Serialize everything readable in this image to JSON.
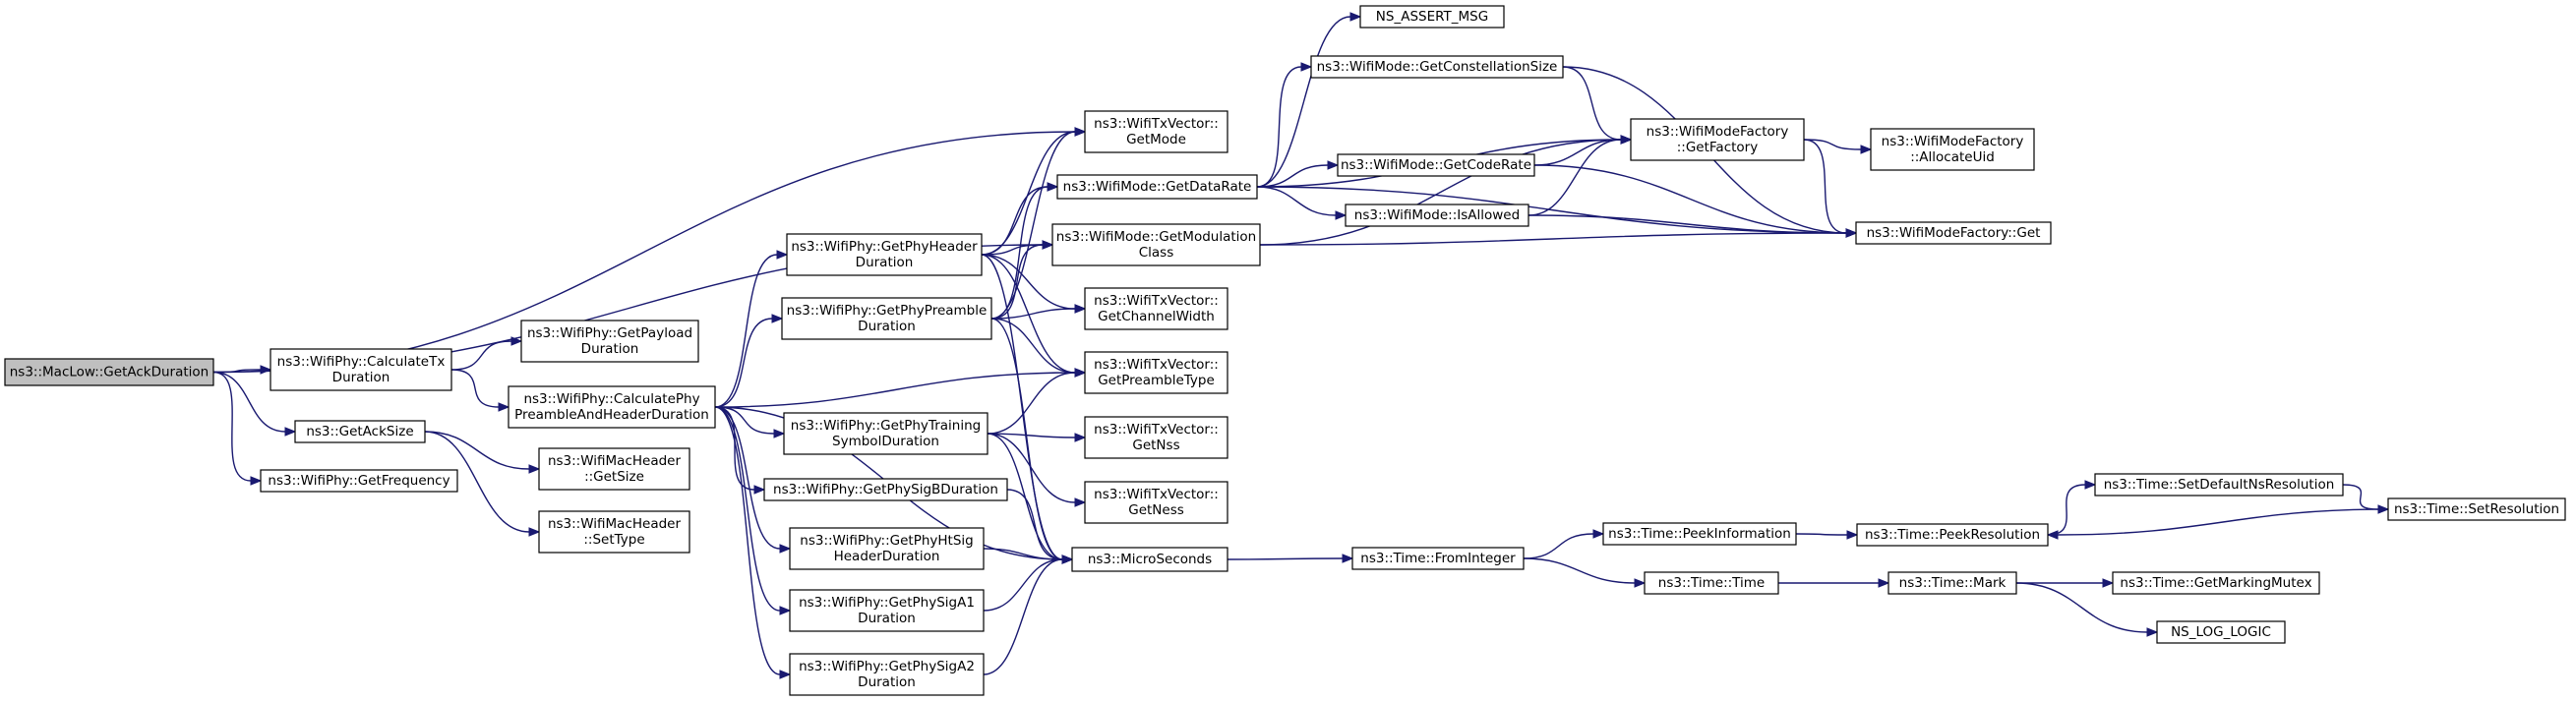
{
  "diagram": {
    "type": "call-graph",
    "colors": {
      "edge": "#191970",
      "root_fill": "#bfbfbf",
      "node_fill": "#ffffff",
      "node_border": "#000000"
    },
    "nodes": [
      {
        "id": "GetAckDuration",
        "lines": [
          "ns3::MacLow::GetAckDuration"
        ],
        "root": true
      },
      {
        "id": "CalculateTxDuration",
        "lines": [
          "ns3::WifiPhy::CalculateTx",
          "Duration"
        ]
      },
      {
        "id": "GetAckSize",
        "lines": [
          "ns3::GetAckSize"
        ]
      },
      {
        "id": "GetFrequency",
        "lines": [
          "ns3::WifiPhy::GetFrequency"
        ]
      },
      {
        "id": "TxGetMode",
        "lines": [
          "ns3::WifiTxVector::",
          "GetMode"
        ]
      },
      {
        "id": "GetModulationClass",
        "lines": [
          "ns3::WifiMode::GetModulation",
          "Class"
        ]
      },
      {
        "id": "GetPayloadDuration",
        "lines": [
          "ns3::WifiPhy::GetPayload",
          "Duration"
        ]
      },
      {
        "id": "CalcPreambleHeader",
        "lines": [
          "ns3::WifiPhy::CalculatePhy",
          "PreambleAndHeaderDuration"
        ]
      },
      {
        "id": "MacHdrGetSize",
        "lines": [
          "ns3::WifiMacHeader",
          "::GetSize"
        ]
      },
      {
        "id": "MacHdrSetType",
        "lines": [
          "ns3::WifiMacHeader",
          "::SetType"
        ]
      },
      {
        "id": "GetPhyHeaderDuration",
        "lines": [
          "ns3::WifiPhy::GetPhyHeader",
          "Duration"
        ]
      },
      {
        "id": "GetPhyPreambleDuration",
        "lines": [
          "ns3::WifiPhy::GetPhyPreamble",
          "Duration"
        ]
      },
      {
        "id": "GetPreambleType",
        "lines": [
          "ns3::WifiTxVector::",
          "GetPreambleType"
        ]
      },
      {
        "id": "GetPhyTrainingSymbolDuration",
        "lines": [
          "ns3::WifiPhy::GetPhyTraining",
          "SymbolDuration"
        ]
      },
      {
        "id": "GetPhySigBDuration",
        "lines": [
          "ns3::WifiPhy::GetPhySigBDuration"
        ]
      },
      {
        "id": "GetPhyHtSigHeaderDuration",
        "lines": [
          "ns3::WifiPhy::GetPhyHtSig",
          "HeaderDuration"
        ]
      },
      {
        "id": "GetPhySigA1Duration",
        "lines": [
          "ns3::WifiPhy::GetPhySigA1",
          "Duration"
        ]
      },
      {
        "id": "GetPhySigA2Duration",
        "lines": [
          "ns3::WifiPhy::GetPhySigA2",
          "Duration"
        ]
      },
      {
        "id": "GetDataRate",
        "lines": [
          "ns3::WifiMode::GetDataRate"
        ]
      },
      {
        "id": "GetChannelWidth",
        "lines": [
          "ns3::WifiTxVector::",
          "GetChannelWidth"
        ]
      },
      {
        "id": "GetNss",
        "lines": [
          "ns3::WifiTxVector::",
          "GetNss"
        ]
      },
      {
        "id": "GetNess",
        "lines": [
          "ns3::WifiTxVector::",
          "GetNess"
        ]
      },
      {
        "id": "MicroSeconds",
        "lines": [
          "ns3::MicroSeconds"
        ]
      },
      {
        "id": "NS_ASSERT_MSG",
        "lines": [
          "NS_ASSERT_MSG"
        ]
      },
      {
        "id": "GetConstellationSize",
        "lines": [
          "ns3::WifiMode::GetConstellationSize"
        ]
      },
      {
        "id": "GetCodeRate",
        "lines": [
          "ns3::WifiMode::GetCodeRate"
        ]
      },
      {
        "id": "IsAllowed",
        "lines": [
          "ns3::WifiMode::IsAllowed"
        ]
      },
      {
        "id": "FactoryGetFactory",
        "lines": [
          "ns3::WifiModeFactory",
          "::GetFactory"
        ]
      },
      {
        "id": "FactoryAllocateUid",
        "lines": [
          "ns3::WifiModeFactory",
          "::AllocateUid"
        ]
      },
      {
        "id": "FactoryGet",
        "lines": [
          "ns3::WifiModeFactory::Get"
        ]
      },
      {
        "id": "FromInteger",
        "lines": [
          "ns3::Time::FromInteger"
        ]
      },
      {
        "id": "PeekInformation",
        "lines": [
          "ns3::Time::PeekInformation"
        ]
      },
      {
        "id": "TimeTime",
        "lines": [
          "ns3::Time::Time"
        ]
      },
      {
        "id": "PeekResolution",
        "lines": [
          "ns3::Time::PeekResolution"
        ]
      },
      {
        "id": "Mark",
        "lines": [
          "ns3::Time::Mark"
        ]
      },
      {
        "id": "SetDefaultNsResolution",
        "lines": [
          "ns3::Time::SetDefaultNsResolution"
        ]
      },
      {
        "id": "SetResolution",
        "lines": [
          "ns3::Time::SetResolution"
        ]
      },
      {
        "id": "GetMarkingMutex",
        "lines": [
          "ns3::Time::GetMarkingMutex"
        ]
      },
      {
        "id": "NS_LOG_LOGIC",
        "lines": [
          "NS_LOG_LOGIC"
        ]
      }
    ],
    "edges": [
      [
        "GetAckDuration",
        "CalculateTxDuration"
      ],
      [
        "GetAckDuration",
        "GetAckSize"
      ],
      [
        "GetAckDuration",
        "GetFrequency"
      ],
      [
        "GetAckDuration",
        "TxGetMode"
      ],
      [
        "GetAckDuration",
        "GetModulationClass"
      ],
      [
        "CalculateTxDuration",
        "GetPayloadDuration"
      ],
      [
        "CalculateTxDuration",
        "CalcPreambleHeader"
      ],
      [
        "GetAckSize",
        "MacHdrGetSize"
      ],
      [
        "GetAckSize",
        "MacHdrSetType"
      ],
      [
        "CalcPreambleHeader",
        "GetPhyHeaderDuration"
      ],
      [
        "CalcPreambleHeader",
        "GetPhyPreambleDuration"
      ],
      [
        "CalcPreambleHeader",
        "GetPreambleType"
      ],
      [
        "CalcPreambleHeader",
        "GetPhyTrainingSymbolDuration"
      ],
      [
        "CalcPreambleHeader",
        "GetPhySigBDuration"
      ],
      [
        "CalcPreambleHeader",
        "GetPhyHtSigHeaderDuration"
      ],
      [
        "CalcPreambleHeader",
        "GetPhySigA1Duration"
      ],
      [
        "CalcPreambleHeader",
        "GetPhySigA2Duration"
      ],
      [
        "CalcPreambleHeader",
        "MicroSeconds"
      ],
      [
        "GetPhyHeaderDuration",
        "TxGetMode"
      ],
      [
        "GetPhyHeaderDuration",
        "GetDataRate"
      ],
      [
        "GetPhyHeaderDuration",
        "GetModulationClass"
      ],
      [
        "GetPhyHeaderDuration",
        "GetChannelWidth"
      ],
      [
        "GetPhyHeaderDuration",
        "GetPreambleType"
      ],
      [
        "GetPhyHeaderDuration",
        "MicroSeconds"
      ],
      [
        "GetPhyPreambleDuration",
        "TxGetMode"
      ],
      [
        "GetPhyPreambleDuration",
        "GetDataRate"
      ],
      [
        "GetPhyPreambleDuration",
        "GetModulationClass"
      ],
      [
        "GetPhyPreambleDuration",
        "GetChannelWidth"
      ],
      [
        "GetPhyPreambleDuration",
        "GetPreambleType"
      ],
      [
        "GetPhyPreambleDuration",
        "MicroSeconds"
      ],
      [
        "GetPhyTrainingSymbolDuration",
        "GetPreambleType"
      ],
      [
        "GetPhyTrainingSymbolDuration",
        "GetNss"
      ],
      [
        "GetPhyTrainingSymbolDuration",
        "GetNess"
      ],
      [
        "GetPhyTrainingSymbolDuration",
        "MicroSeconds"
      ],
      [
        "GetPhySigBDuration",
        "MicroSeconds"
      ],
      [
        "GetPhyHtSigHeaderDuration",
        "MicroSeconds"
      ],
      [
        "GetPhySigA1Duration",
        "MicroSeconds"
      ],
      [
        "GetPhySigA2Duration",
        "MicroSeconds"
      ],
      [
        "GetDataRate",
        "NS_ASSERT_MSG"
      ],
      [
        "GetDataRate",
        "GetConstellationSize"
      ],
      [
        "GetDataRate",
        "FactoryGetFactory"
      ],
      [
        "GetDataRate",
        "GetCodeRate"
      ],
      [
        "GetDataRate",
        "IsAllowed"
      ],
      [
        "GetDataRate",
        "FactoryGet"
      ],
      [
        "GetConstellationSize",
        "FactoryGetFactory"
      ],
      [
        "GetConstellationSize",
        "FactoryGet"
      ],
      [
        "GetCodeRate",
        "FactoryGetFactory"
      ],
      [
        "GetCodeRate",
        "FactoryGet"
      ],
      [
        "IsAllowed",
        "FactoryGetFactory"
      ],
      [
        "IsAllowed",
        "FactoryGet"
      ],
      [
        "GetModulationClass",
        "FactoryGetFactory"
      ],
      [
        "GetModulationClass",
        "FactoryGet"
      ],
      [
        "FactoryGetFactory",
        "FactoryAllocateUid"
      ],
      [
        "FactoryGetFactory",
        "FactoryGet"
      ],
      [
        "MicroSeconds",
        "FromInteger"
      ],
      [
        "FromInteger",
        "PeekInformation"
      ],
      [
        "FromInteger",
        "TimeTime"
      ],
      [
        "PeekInformation",
        "PeekResolution"
      ],
      [
        "TimeTime",
        "Mark"
      ],
      [
        "PeekResolution",
        "SetDefaultNsResolution"
      ],
      [
        "SetDefaultNsResolution",
        "SetResolution"
      ],
      [
        "SetResolution",
        "PeekResolution"
      ],
      [
        "Mark",
        "GetMarkingMutex"
      ],
      [
        "Mark",
        "NS_LOG_LOGIC"
      ]
    ]
  }
}
